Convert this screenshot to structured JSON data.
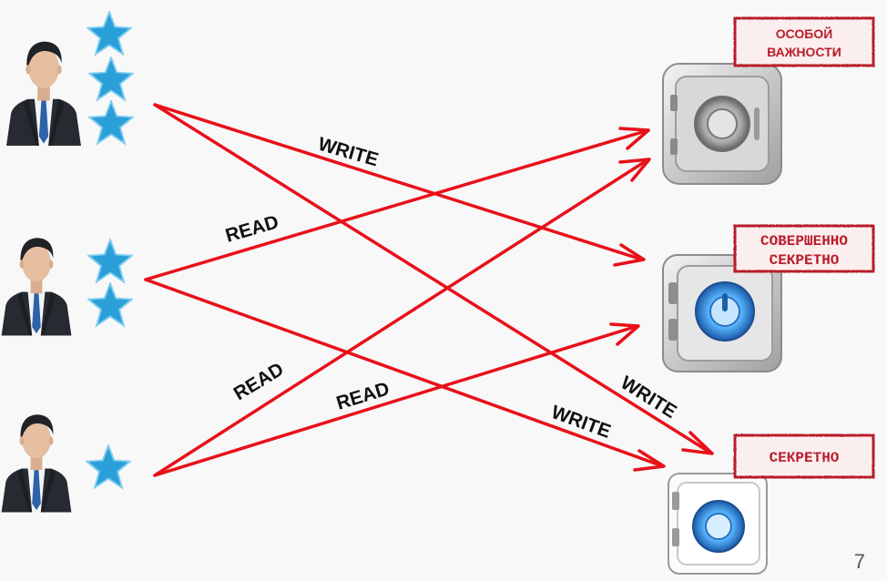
{
  "labels": {
    "write_top": "WRITE",
    "read_mid": "READ",
    "read_bottom_1": "READ",
    "read_bottom_2": "READ",
    "write_bottom_1": "WRITE",
    "write_bottom_2": "WRITE"
  },
  "stamps": {
    "top_line1": "ОСОБОЙ",
    "top_line2": "ВАЖНОСТИ",
    "mid_line1": "СОВЕРШЕННО",
    "mid_line2": "СЕКРЕТНО",
    "bottom": "СЕКРЕТНО"
  },
  "users": [
    {
      "icon": "businessman-icon",
      "stars": 3
    },
    {
      "icon": "businessman-icon",
      "stars": 2
    },
    {
      "icon": "businessman-icon",
      "stars": 1
    }
  ],
  "safes": [
    {
      "icon": "safe-icon",
      "level": "top"
    },
    {
      "icon": "safe-icon",
      "level": "middle"
    },
    {
      "icon": "safe-icon",
      "level": "bottom"
    }
  ],
  "colors": {
    "arrow": "#e8101a",
    "stamp": "#b81c2a",
    "star": "#2a9fd8"
  },
  "page_number": "7"
}
